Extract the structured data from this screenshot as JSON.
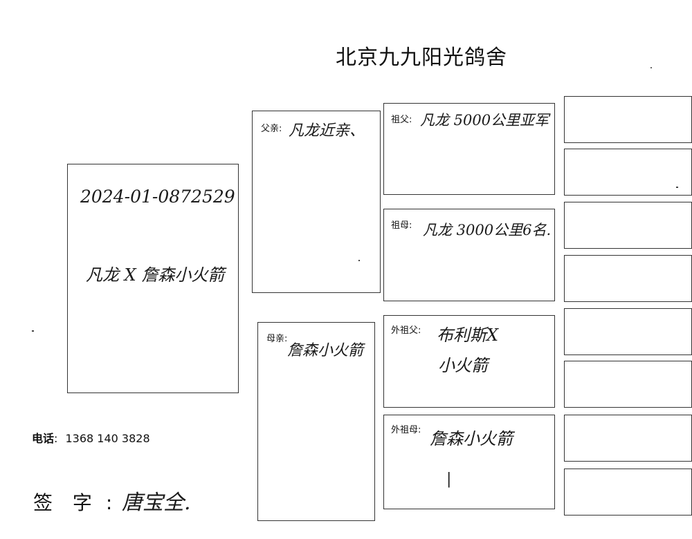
{
  "title": "北京九九阳光鸽舍",
  "pigeon": {
    "ring_number": "2024-01-0872529",
    "description": "凡龙 X 詹森小火箭"
  },
  "father": {
    "label": "父亲:",
    "value": "凡龙近亲、"
  },
  "mother": {
    "label": "母亲:",
    "value": "詹森小火箭"
  },
  "paternal_grandfather": {
    "label": "祖父:",
    "value": "凡龙 5000公里亚军"
  },
  "paternal_grandmother": {
    "label": "祖母:",
    "value": "凡龙 3000公里6名."
  },
  "maternal_grandfather": {
    "label": "外祖父:",
    "value_line1": "布利斯X",
    "value_line2": "小火箭"
  },
  "maternal_grandmother": {
    "label": "外祖母:",
    "value": "詹森小火箭",
    "extra": "|"
  },
  "phone": {
    "label": "电话",
    "separator": ":",
    "number": "1368 140 3828"
  },
  "signature": {
    "label": "签 字",
    "separator": ":",
    "value": "唐宝全."
  }
}
